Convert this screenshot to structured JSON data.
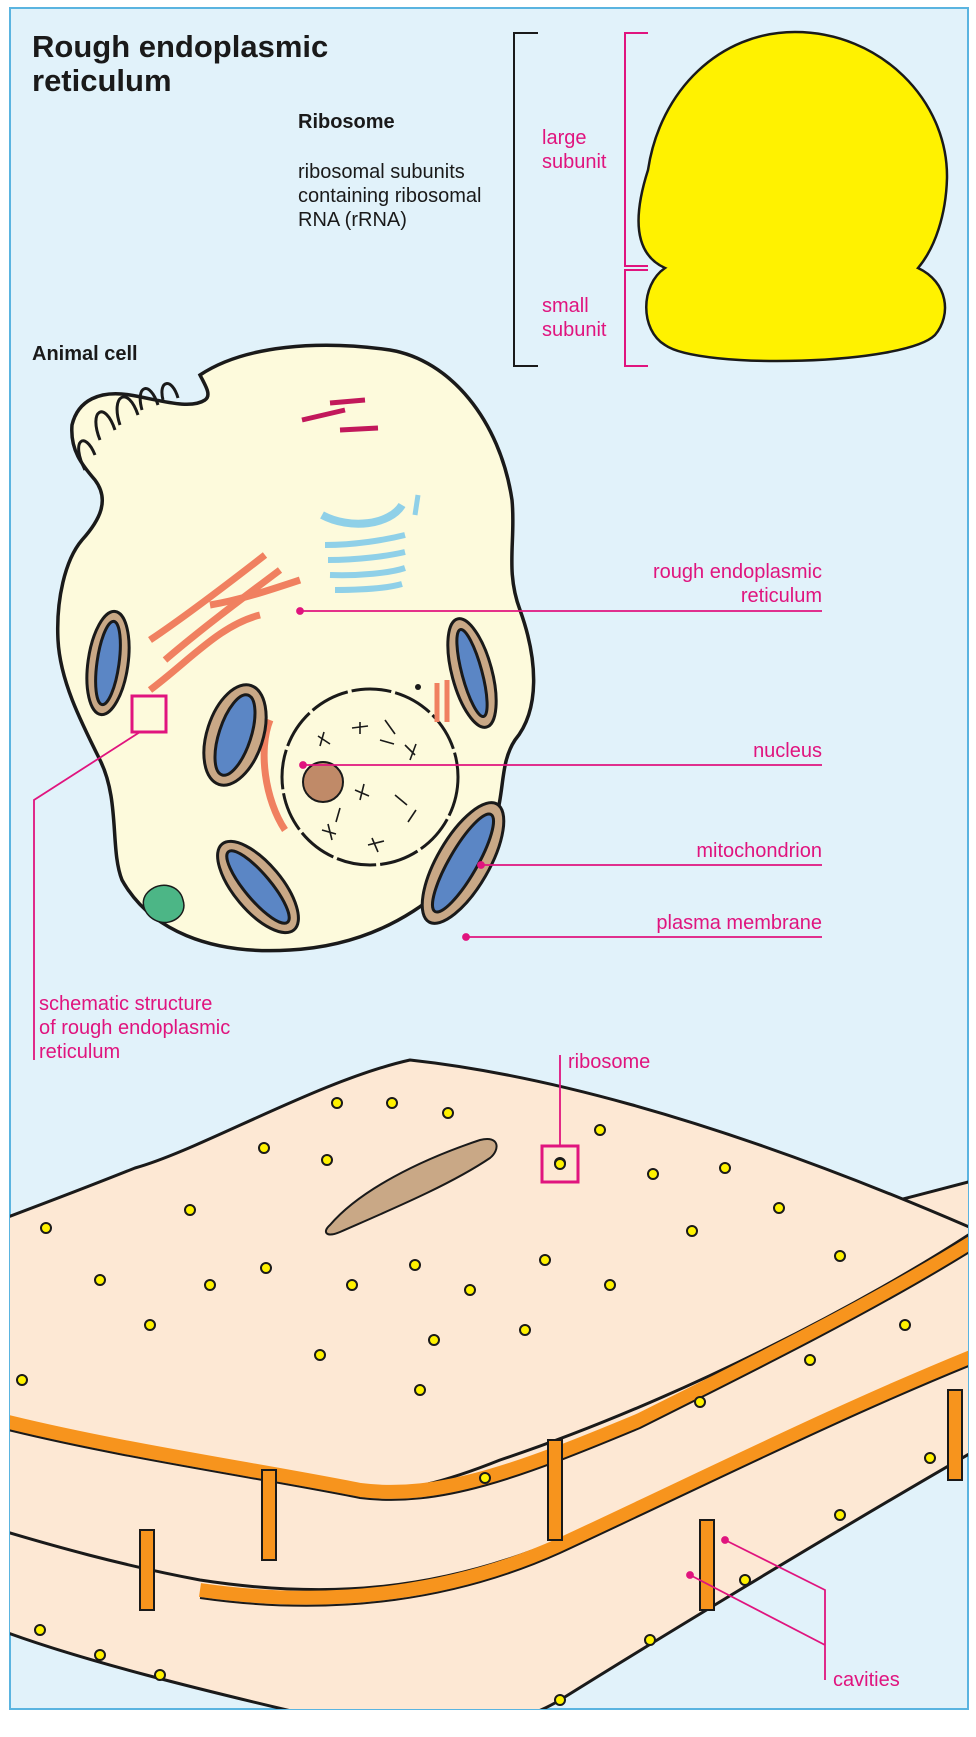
{
  "title": "Rough endoplasmic\nreticulum",
  "ribosome_panel": {
    "heading": "Ribosome",
    "description": "ribosomal subunits\ncontaining ribosomal\nRNA (rRNA)",
    "large_label": "large\nsubunit",
    "small_label": "small\nsubunit"
  },
  "cell_panel": {
    "heading": "Animal cell",
    "labels": {
      "rough_er": "rough endoplasmic\nreticulum",
      "nucleus": "nucleus",
      "mitochondrion": "mitochondrion",
      "plasma_membrane": "plasma membrane",
      "schematic": "schematic structure\nof rough endoplasmic\nreticulum"
    }
  },
  "er_panel": {
    "ribosome_label": "ribosome",
    "cavities_label": "cavities"
  },
  "colors": {
    "background": "#e1f2fa",
    "border": "#5ab4e0",
    "accent_label": "#e0147e",
    "ribosome_yellow": "#fff200",
    "cytoplasm": "#fdfadc",
    "er_orange": "#f7941d",
    "er_sheet": "#fde8d4",
    "mitochondria_outer": "#c9a886",
    "mitochondria_inner": "#5b86c5",
    "golgi_blue": "#8fd0e8",
    "nucleolus": "#c08a68",
    "vesicle_green": "#4cb686"
  }
}
